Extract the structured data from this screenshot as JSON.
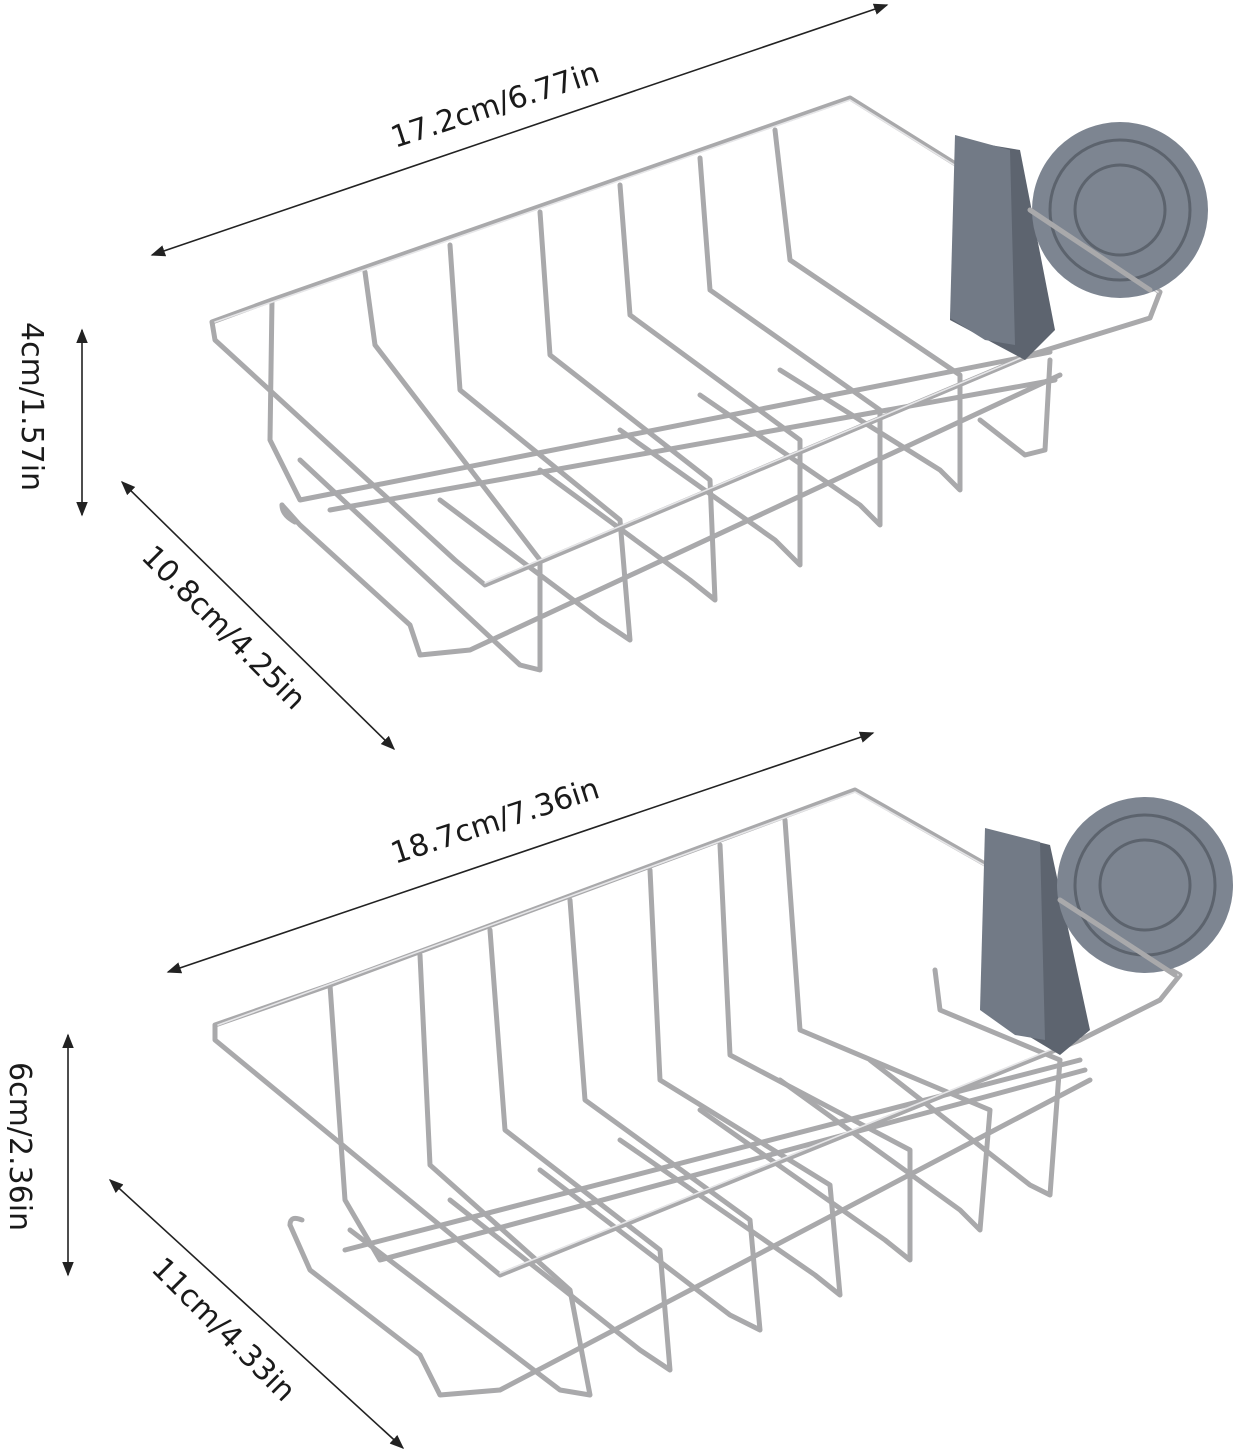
{
  "basket_small": {
    "length_label": "17.2cm/6.77in",
    "height_label": "4cm/1.57in",
    "depth_label": "10.8cm/4.25in"
  },
  "basket_large": {
    "length_label": "18.7cm/7.36in",
    "height_label": "6cm/2.36in",
    "depth_label": "11cm/4.33in"
  },
  "colors": {
    "wire": "#a9a9ab",
    "clamp": "#727a86",
    "annotation": "#1a1a1a"
  }
}
